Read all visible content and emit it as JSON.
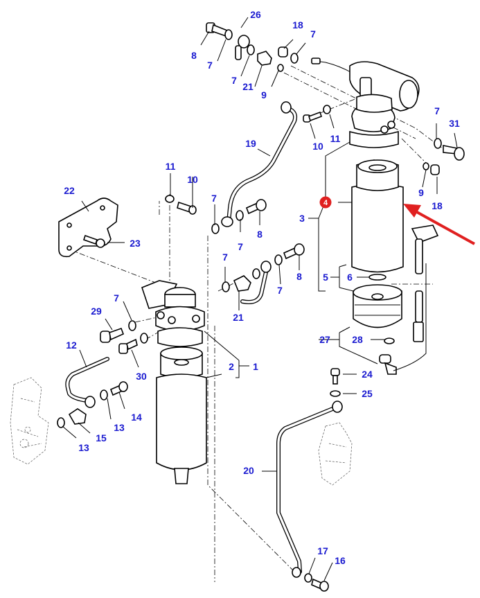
{
  "diagram": {
    "title": "Fuel filter assembly exploded view",
    "label_color": "#1a1ad0",
    "highlight_color": "#e02020",
    "highlight_badge": "4",
    "labels": {
      "l26": "26",
      "l18a": "18",
      "l7a": "7",
      "l8a": "8",
      "l7b": "7",
      "l7c": "7",
      "l21a": "21",
      "l9a": "9",
      "l10a": "10",
      "l11a": "11",
      "l19": "19",
      "l7d": "7",
      "l31": "31",
      "l9b": "9",
      "l18b": "18",
      "l22": "22",
      "l23": "23",
      "l11b": "11",
      "l10b": "10",
      "l7e": "7",
      "l8b": "8",
      "l7f": "7",
      "l3": "3",
      "l7g": "7",
      "l21b": "21",
      "l7h": "7",
      "l8c": "8",
      "l5": "5",
      "l6": "6",
      "l7i": "7",
      "l29": "29",
      "l12": "12",
      "l30": "30",
      "l2": "2",
      "l1": "1",
      "l27": "27",
      "l28": "28",
      "l24": "24",
      "l25": "25",
      "l13a": "13",
      "l14": "14",
      "l15": "15",
      "l13b": "13",
      "l20": "20",
      "l17": "17",
      "l16": "16"
    }
  }
}
